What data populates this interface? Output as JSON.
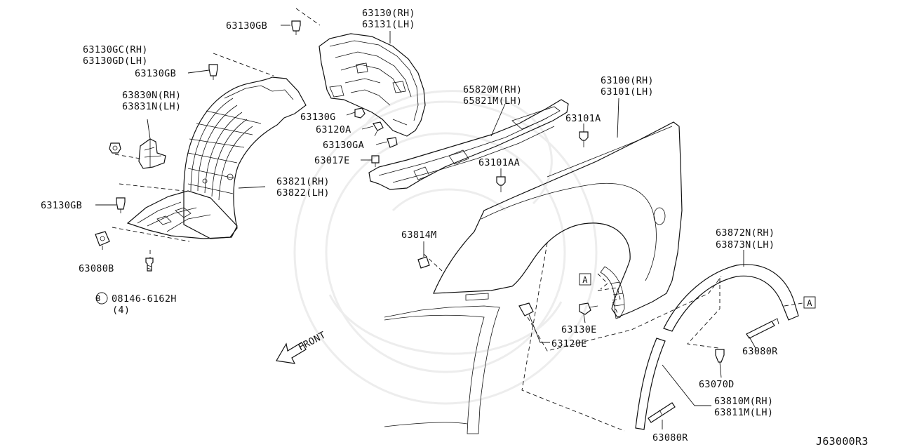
{
  "labels": {
    "gb_top": "63130GB",
    "rh_63130": "63130(RH)",
    "lh_63131": "63131(LH)",
    "gc_rh": "63130GC(RH)",
    "gd_lh": "63130GD(LH)",
    "gb_mid": "63130GB",
    "n_rh": "63830N(RH)",
    "n_lh": "63831N(LH)",
    "g": "63130G",
    "a120": "63120A",
    "ga": "63130GA",
    "e017": "63017E",
    "m_rh": "65820M(RH)",
    "m_lh": "65821M(LH)",
    "a101": "63101A",
    "aa101": "63101AA",
    "f_rh": "63100(RH)",
    "f_lh": "63101(LH)",
    "liner_rh": "63821(RH)",
    "liner_lh": "63822(LH)",
    "gb_low": "63130GB",
    "b080": "63080B",
    "bolt": "08146-6162H",
    "bolt_qty": "(4)",
    "bolt_mark": "B",
    "m814": "63814M",
    "mold_rh": "63872N(RH)",
    "mold_lh": "63873N(LH)",
    "ref_a1": "A",
    "ref_a2": "A",
    "e130": "63130E",
    "e120": "63120E",
    "r080_right": "63080R",
    "d070": "63070D",
    "m810_rh": "63810M(RH)",
    "m811_lh": "63811M(LH)",
    "r080_bottom": "63080R",
    "front": "FRONT",
    "diagram_code": "J63000R3"
  }
}
